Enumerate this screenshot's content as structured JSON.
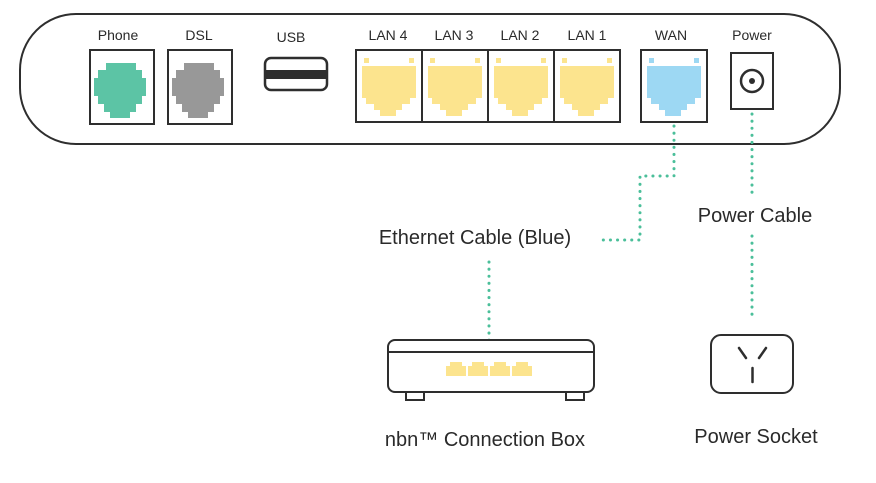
{
  "router": {
    "ports": [
      {
        "id": "phone",
        "label": "Phone",
        "color": "#5cc4a5"
      },
      {
        "id": "dsl",
        "label": "DSL",
        "color": "#989898"
      },
      {
        "id": "usb",
        "label": "USB"
      },
      {
        "id": "lan4",
        "label": "LAN 4",
        "color": "#fce48e"
      },
      {
        "id": "lan3",
        "label": "LAN 3",
        "color": "#fce48e"
      },
      {
        "id": "lan2",
        "label": "LAN 2",
        "color": "#fce48e"
      },
      {
        "id": "lan1",
        "label": "LAN 1",
        "color": "#fce48e"
      },
      {
        "id": "wan",
        "label": "WAN",
        "color": "#9dd8f3"
      },
      {
        "id": "power",
        "label": "Power"
      }
    ]
  },
  "labels": {
    "ethernet_cable": "Ethernet Cable (Blue)",
    "power_cable": "Power Cable",
    "connection_box": "nbn™ Connection Box",
    "power_socket": "Power Socket"
  },
  "colors": {
    "outline": "#2e2e2e",
    "cable": "#4bbf9a",
    "lan_yellow": "#fce48e",
    "wan_blue": "#9dd8f3",
    "phone_green": "#5cc4a5",
    "dsl_grey": "#989898"
  }
}
